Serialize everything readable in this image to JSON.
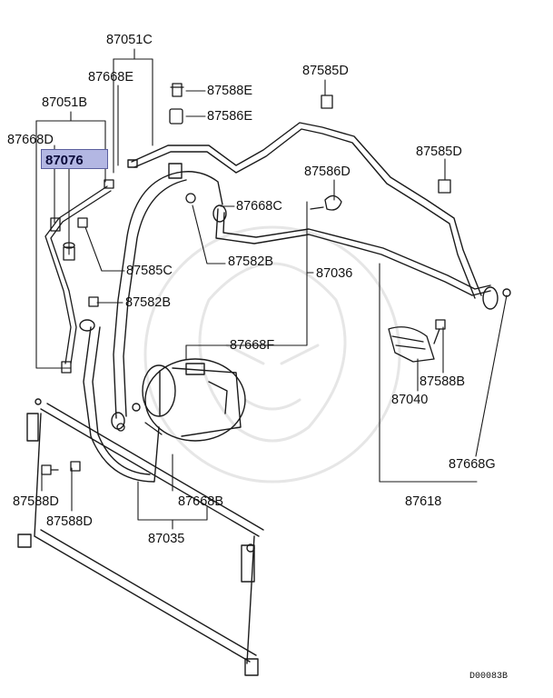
{
  "highlighted_part": "87076",
  "labels": {
    "l87051c": "87051C",
    "l87668e": "87668E",
    "l87588e": "87588E",
    "l87586e": "87586E",
    "l87585d_top": "87585D",
    "l87051b": "87051B",
    "l87668d": "87668D",
    "l87585d_right": "87585D",
    "l87586d": "87586D",
    "l87668c": "87668C",
    "l87582b_mid": "87582B",
    "l87585c": "87585C",
    "l87036": "87036",
    "l87582b_left": "87582B",
    "l87668f": "87668F",
    "l87588b": "87588B",
    "l87040": "87040",
    "l87668g": "87668G",
    "l87588d_a": "87588D",
    "l87668b": "87668B",
    "l87618": "87618",
    "l87588d_b": "87588D",
    "l87035": "87035"
  },
  "diagram_code": "D00083B",
  "colors": {
    "line": "#1a1a1a",
    "highlight_fill": "#b3b7e3",
    "highlight_border": "#5b5f9e",
    "watermark": "#e6e6e6"
  }
}
